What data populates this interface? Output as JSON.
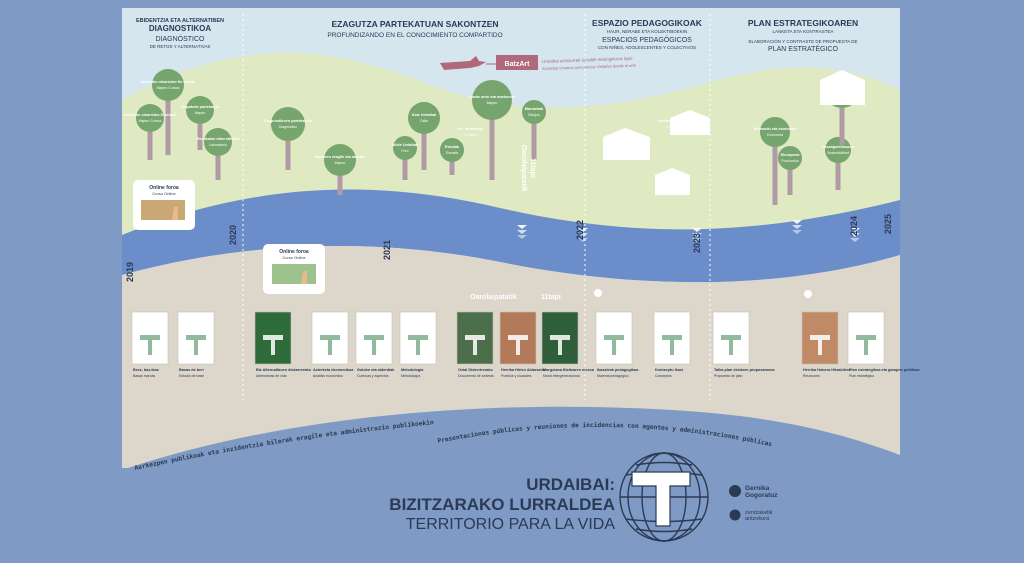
{
  "colors": {
    "frame": "#7f9ac4",
    "sky": "#d6e6ef",
    "meadow": "#dfe9c2",
    "river": "#6b8ecb",
    "ground": "#ddd6cb",
    "sea": "#7f9ac4",
    "tree_crown": "#76a56e",
    "tree_trunk": "#b09aa6",
    "dark_text": "#2b3a55",
    "airplane": "#b0687b"
  },
  "sections": [
    {
      "eu": "EBIDENTZIA ETA ALTERNATIBEN",
      "title": "DIAGNOSTIKOA",
      "es": "DIAGNÓSTICO",
      "es_sub": "DE RETOS Y ALTERNATIVAS"
    },
    {
      "eu": "",
      "title": "EZAGUTZA PARTEKATUAN SAKONTZEN",
      "es": "PROFUNDIZANDO EN EL CONOCIMIENTO COMPARTIDO",
      "es_sub": ""
    },
    {
      "eu": "",
      "title": "ESPAZIO PEDAGOGIKOAK",
      "es": "ESPACIOS PEDAGÓGICOS",
      "es_sub": "CON NIÑES, ADOLESCENTES Y COLECTIVOS",
      "title_sub": "HAUR, NERABE ETA KOLEKTIBOEKIN"
    },
    {
      "eu": "",
      "title": "PLAN ESTRATEGIKOAREN",
      "es": "PLAN ESTRATÉGICO",
      "es_sub": "ELABORACIÓN Y CONTRASTE DE PROPUESTA DE",
      "title_sub": "LANKETA ETA KONTRASTEA"
    }
  ],
  "banner": {
    "logo": "BatzArt",
    "line1": "Urdaibai arrasurrek lurralde ekologikorra topo",
    "line2": "Actividad creativa para pensar Urdaibai desde el arte"
  },
  "years": [
    "2019",
    "2020",
    "2021",
    "2022",
    "2023",
    "2024",
    "2025"
  ],
  "online_boxes": [
    {
      "title": "Online foroa",
      "sub": "Curso Online"
    },
    {
      "title": "Online foroa",
      "sub": "Curso Online"
    }
  ],
  "trees": [
    {
      "label": "Akzerako oinarrizko fin lekuak",
      "sub": "Mapeo Cursos"
    },
    {
      "label": "Akzerako oinarrizko Diseinua",
      "sub": "Mapeo Cursos"
    },
    {
      "label": "Mapaketa partekatua",
      "sub": "Mapeo"
    },
    {
      "label": "Bertikalen diberstitatea",
      "sub": "Laboratorio"
    },
    {
      "label": "Diagnostikoen partekatzea",
      "sub": "Diagnóstico"
    },
    {
      "label": "Aktoreen eragile eta akordio",
      "sub": "Mapeo"
    },
    {
      "label": "Ibilde Urdaibai",
      "sub": "Foro"
    },
    {
      "label": "Kale Urdaibai",
      "sub": "Calle"
    },
    {
      "label": "Eskolak",
      "sub": "Escuela"
    },
    {
      "label": "Landa urrin eta markorrak",
      "sub": "Mapeo"
    },
    {
      "label": "Marrazkak",
      "sub": "Dibujos"
    },
    {
      "label": "Urr. lurraldeak",
      "sub": "Formato"
    },
    {
      "label": "Aholkularitza",
      "sub": "Aula"
    },
    {
      "label": "Bizimodu eta ekonomia",
      "sub": "Economía"
    },
    {
      "label": "Ekoizpena",
      "sub": "Producción"
    },
    {
      "label": "Jasangarritasuna",
      "sub": "Sostenibilidad"
    },
    {
      "label": "Kontraste",
      "sub": "Contraste"
    }
  ],
  "vertical_label": {
    "line1": "Oarolaipatatik",
    "line2": "11tapi"
  },
  "bottom_label": {
    "line1": "Oarolaipatatik",
    "line2": "11tapi"
  },
  "docs": [
    {
      "title": "Bezz, baz-ikas",
      "sub": "Basas marcas"
    },
    {
      "title": "Basas de beri",
      "sub": "Estudio de base"
    },
    {
      "title": "Biz Alternatiboen diskarrerako",
      "sub": "Alternativas de vida"
    },
    {
      "title": "Azterketa ekonomikoa",
      "sub": "Análisis económico"
    },
    {
      "title": "Goioko eta alderdiak",
      "sub": "Cuencas y aspectos"
    },
    {
      "title": "Metodologia",
      "sub": "Metodología"
    },
    {
      "title": "Oztai Diskertrerako",
      "sub": "Documento de síntesis"
    },
    {
      "title": "Herrika Hirien Abiarazita",
      "sub": "Pueblos y ciudades"
    },
    {
      "title": "Margolana Bizitzaren mezua",
      "sub": "Mural intergeneracional"
    },
    {
      "title": "Ikasaleak pedagogikoa",
      "sub": "Material pedagógico"
    },
    {
      "title": "Kontzeptu ikasi",
      "sub": "Conceptos"
    },
    {
      "title": "Talka plan ekintzen proposamena",
      "sub": "Propuesta de plan"
    },
    {
      "title": "Herrika Hobera Hitzaldiera",
      "sub": "Reuniones"
    },
    {
      "title": "Plan estrategikoa eta garapen politikoa",
      "sub": "Plan estratégico"
    }
  ],
  "curve_texts": {
    "es": "Presentaciones públicas y reuniones de incidencias con agentes y administraciones públicas",
    "eu": "Aurkezpen publikoak eta inzidentzia bilerak eragile eta administrazio publikoekin"
  },
  "title": {
    "line1": "URDAIBAI:",
    "line2": "BIZITZARAKO LURRALDEA",
    "line3": "TERRITORIO PARA LA VIDA"
  },
  "logos": {
    "gernika_1": "Gernika",
    "gernika_2": "Gogoratuz",
    "bottom_1": "zentzaketik",
    "bottom_2": "antzokura"
  }
}
